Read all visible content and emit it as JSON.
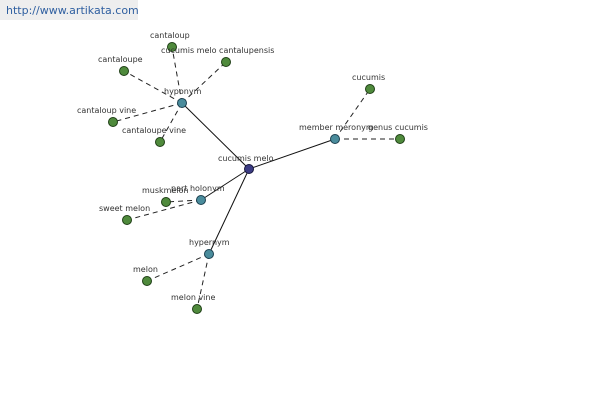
{
  "url": "http://www.artikata.com",
  "colors": {
    "root_node": "#3c3c84",
    "relation_node": "#4a8c9c",
    "leaf_node": "#4f8a3c"
  },
  "graph": {
    "root": {
      "id": "cucumis-melo",
      "label": "cucumis melo"
    },
    "relations": [
      {
        "id": "hyponym",
        "label": "hyponym",
        "terms": [
          "cantaloup",
          "cucumis melo cantalupensis",
          "cantaloupe",
          "cantaloup vine",
          "cantaloupe vine"
        ]
      },
      {
        "id": "member-meronym",
        "label": "member meronym",
        "terms": [
          "cucumis",
          "genus cucumis"
        ]
      },
      {
        "id": "part-holonym",
        "label": "part holonym",
        "terms": [
          "muskmelon",
          "sweet melon"
        ]
      },
      {
        "id": "hypernym",
        "label": "hypernym",
        "terms": [
          "melon",
          "melon vine"
        ]
      }
    ]
  }
}
